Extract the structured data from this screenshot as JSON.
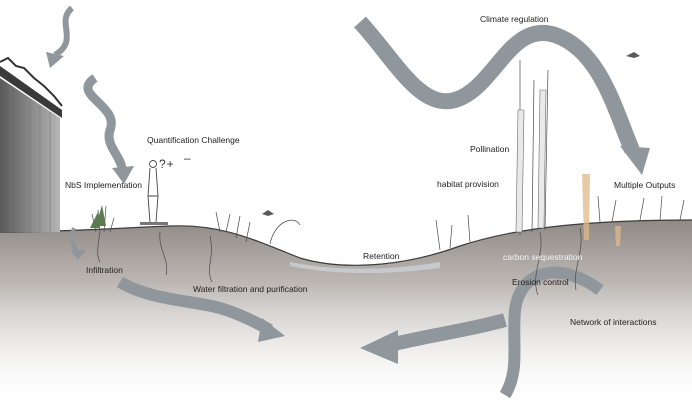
{
  "labels": {
    "quantification": "Quantification Challenge",
    "nbs": "NbS Implementation",
    "infiltration": "Infiltration",
    "filtration": "Water filtration and purification",
    "retention": "Retention",
    "climate": "Climate regulation",
    "pollination": "Pollination",
    "habitat": "habitat provision",
    "outputs": "Multiple Outputs",
    "carbon": "carbon sequestration",
    "erosion": "Erosion control",
    "network": "Network of interactions",
    "symbols": "?+",
    "minus": "–"
  },
  "colors": {
    "arrow": "#8f979d",
    "ground": "#b9b6b3",
    "water": "#c9cdd0",
    "vegetation": "#4a4a4a",
    "accent_orange": "#e2b98a"
  }
}
